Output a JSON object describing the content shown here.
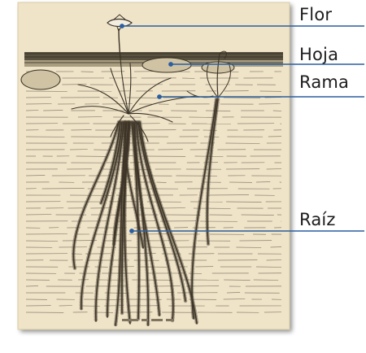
{
  "diagram": {
    "labels": {
      "flor": "Flor",
      "hoja": "Hoja",
      "rama": "Rama",
      "raiz": "Raíz"
    },
    "colors": {
      "paper": "#efe3c8",
      "water_line": "#8c8470",
      "ink": "#3a3326",
      "leader": "#2b5f9e"
    }
  }
}
